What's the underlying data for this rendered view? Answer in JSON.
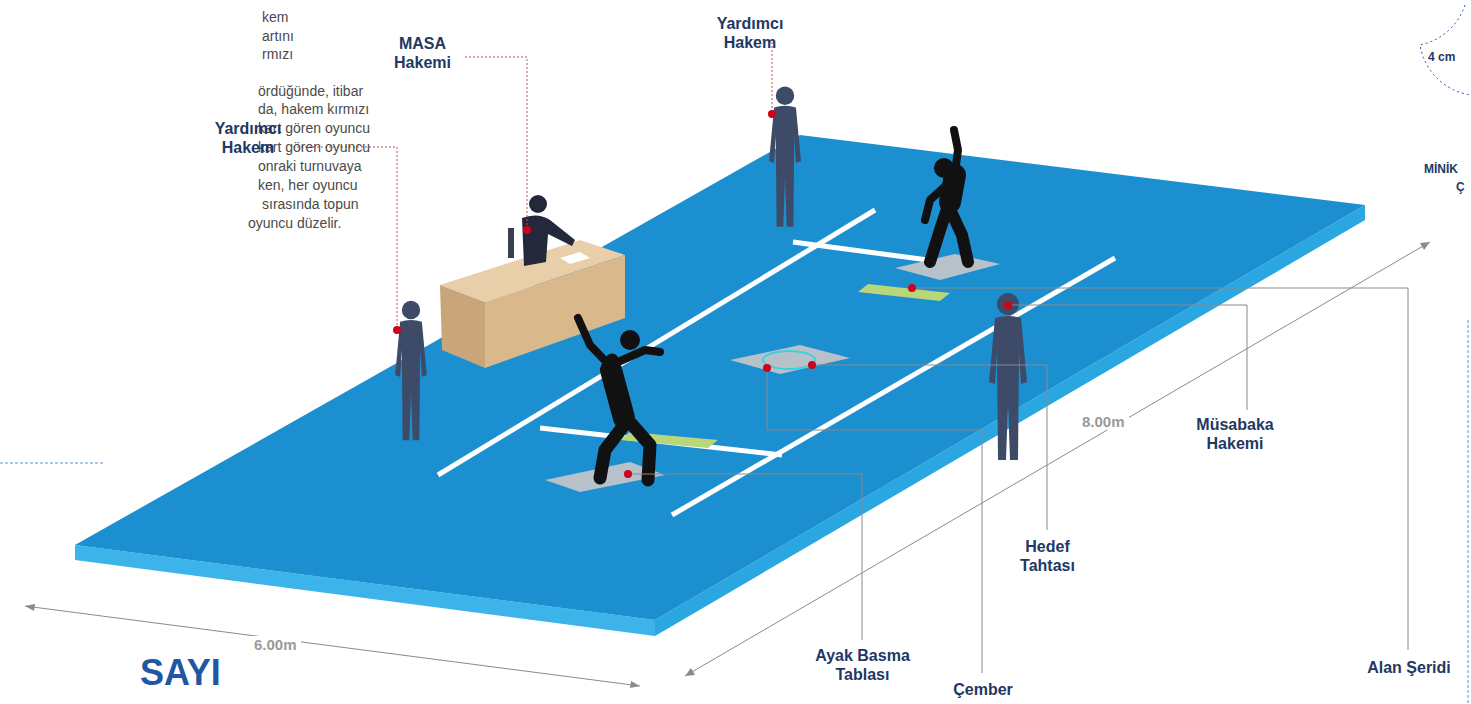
{
  "diagram": {
    "labels": [
      "kem",
      "artını",
      "rmızı",
      "ördüğünde, itibar",
      "da, hakem kırmızı",
      "kart gören oyuncu",
      "kart gören oyuncu",
      "onraki turnuvaya",
      "ken, her oyuncu",
      "sırasında topun",
      "oyuncu düzelir.",
      "Yardımcı Hakem",
      "MASA Hakemi",
      "Yardımcı Hakem",
      "8.00m",
      "Müsabaka Hakemi",
      "Hedef Tahtası",
      "Alan Şeridi",
      "6.00m",
      "SAYI",
      "Ayak Basma Tablası",
      "Çember",
      "4 cm",
      "MİNİK",
      "Ç"
    ]
  }
}
